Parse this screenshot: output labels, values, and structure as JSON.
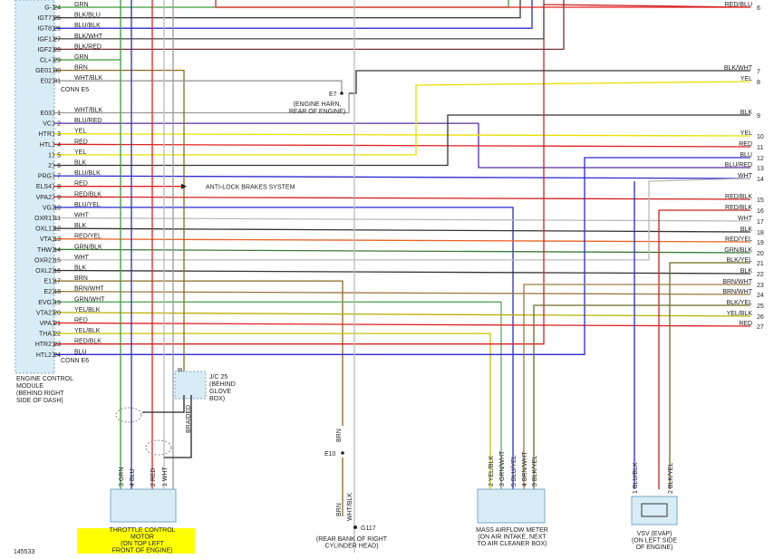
{
  "ecm_pins": [
    {
      "pin": "G-",
      "num": "24",
      "color": "GRN",
      "stroke": "#3a9b3a"
    },
    {
      "pin": "IGT7",
      "num": "25",
      "color": "BLK/BLU",
      "stroke": "#333333"
    },
    {
      "pin": "IGT8",
      "num": "26",
      "color": "BLU/BLK",
      "stroke": "#2a2ad0"
    },
    {
      "pin": "IGF1",
      "num": "27",
      "color": "BLK/WHT",
      "stroke": "#555555"
    },
    {
      "pin": "IGF2",
      "num": "28",
      "color": "BLK/RED",
      "stroke": "#7a3030"
    },
    {
      "pin": "CL+",
      "num": "29",
      "color": "GRN",
      "stroke": "#3a9b3a"
    },
    {
      "pin": "GE01",
      "num": "30",
      "color": "BRN",
      "stroke": "#8a6a20"
    },
    {
      "pin": "E02",
      "num": "31",
      "color": "WHT/BLK",
      "stroke": "#999999"
    },
    {
      "pin": "E03",
      "num": "1",
      "color": "WHT/BLK",
      "stroke": "#999999"
    },
    {
      "pin": "VC",
      "num": "2",
      "color": "BLU/RED",
      "stroke": "#5a2aa0"
    },
    {
      "pin": "HTR",
      "num": "3",
      "color": "YEL",
      "stroke": "#e8e000"
    },
    {
      "pin": "HTL",
      "num": "4",
      "color": "RED",
      "stroke": "#e02020"
    },
    {
      "pin": "1",
      "num": "5",
      "color": "YEL",
      "stroke": "#e8e000"
    },
    {
      "pin": "2",
      "num": "6",
      "color": "BLK",
      "stroke": "#333333"
    },
    {
      "pin": "PRG",
      "num": "7",
      "color": "BLU/BLK",
      "stroke": "#2a2ad0"
    },
    {
      "pin": "ELS4",
      "num": "8",
      "color": "RED",
      "stroke": "#e02020"
    },
    {
      "pin": "VPA2",
      "num": "9",
      "color": "RED/BLK",
      "stroke": "#d02020"
    },
    {
      "pin": "VG",
      "num": "10",
      "color": "BLU/YEL",
      "stroke": "#2a2ad0"
    },
    {
      "pin": "OXR1",
      "num": "11",
      "color": "WHT",
      "stroke": "#bbbbbb"
    },
    {
      "pin": "OXL1",
      "num": "12",
      "color": "BLK",
      "stroke": "#333333"
    },
    {
      "pin": "VTA",
      "num": "13",
      "color": "RED/YEL",
      "stroke": "#e86020"
    },
    {
      "pin": "THW",
      "num": "14",
      "color": "GRN/BLK",
      "stroke": "#3a7a3a"
    },
    {
      "pin": "OXR2",
      "num": "15",
      "color": "WHT",
      "stroke": "#bbbbbb"
    },
    {
      "pin": "OXL2",
      "num": "16",
      "color": "BLK",
      "stroke": "#333333"
    },
    {
      "pin": "E1",
      "num": "17",
      "color": "BRN",
      "stroke": "#8a6a20"
    },
    {
      "pin": "E2",
      "num": "18",
      "color": "BRN/WHT",
      "stroke": "#9a7a40"
    },
    {
      "pin": "EVG",
      "num": "19",
      "color": "GRN/WHT",
      "stroke": "#5aaa5a"
    },
    {
      "pin": "VTA2",
      "num": "20",
      "color": "YEL/BLK",
      "stroke": "#b8b000"
    },
    {
      "pin": "VPA",
      "num": "21",
      "color": "RED",
      "stroke": "#e02020"
    },
    {
      "pin": "THA",
      "num": "22",
      "color": "YEL/BLK",
      "stroke": "#c8c000"
    },
    {
      "pin": "HTR2",
      "num": "23",
      "color": "RED/BLK",
      "stroke": "#d02020"
    },
    {
      "pin": "HTL2",
      "num": "24",
      "color": "BLU",
      "stroke": "#2a2ad0"
    }
  ],
  "right_terminals": [
    {
      "color": "RED/BLU",
      "num": "6"
    },
    {
      "color": "BLK/WHT",
      "num": "7"
    },
    {
      "color": "YEL",
      "num": "8"
    },
    {
      "color": "BLK",
      "num": "9"
    },
    {
      "color": "YEL",
      "num": "10"
    },
    {
      "color": "RED",
      "num": "11"
    },
    {
      "color": "BLU",
      "num": "12"
    },
    {
      "color": "BLU/RED",
      "num": "13"
    },
    {
      "color": "WHT",
      "num": "14"
    },
    {
      "color": "RED/BLK",
      "num": "15"
    },
    {
      "color": "RED/BLK",
      "num": "16"
    },
    {
      "color": "WHT",
      "num": "17"
    },
    {
      "color": "BLK",
      "num": "18"
    },
    {
      "color": "RED/YEL",
      "num": "19"
    },
    {
      "color": "GRN/BLK",
      "num": "20"
    },
    {
      "color": "BLK/YEL",
      "num": "21"
    },
    {
      "color": "BLK",
      "num": "22"
    },
    {
      "color": "BRN/WHT",
      "num": "23"
    },
    {
      "color": "BRN/WHT",
      "num": "24"
    },
    {
      "color": "BLK/YEL",
      "num": "25"
    },
    {
      "color": "YEL/BLK",
      "num": "26"
    },
    {
      "color": "RED",
      "num": "27"
    }
  ],
  "connectors": {
    "e5": "CONN E5",
    "e6": "CONN E6"
  },
  "ecm_label": [
    "ENGINE CONTROL",
    "MODULE",
    "(BEHIND RIGHT",
    "SIDE OF DASH)"
  ],
  "abs_label": "ANTI-LOCK BRAKES SYSTEM",
  "e7": {
    "id": "E7",
    "lines": [
      "(ENGINE HARN,",
      "REAR OF ENGINE)"
    ]
  },
  "jc25": {
    "lines": [
      "J/C 25",
      "(BEHIND",
      "GLOVE",
      "BOX)"
    ],
    "pin": "B"
  },
  "braided": "BRAIDED",
  "throttle": {
    "pins": [
      {
        "n": "3",
        "c": "GRN"
      },
      {
        "n": "4",
        "c": "BLU"
      },
      {
        "n": "2",
        "c": "RED"
      },
      {
        "n": "1",
        "c": "WHT"
      }
    ],
    "lines": [
      "THROTTLE CONTROL",
      "MOTOR",
      "(ON TOP LEFT",
      "FRONT OF ENGINE)"
    ]
  },
  "ground": {
    "wire_top": "BRN",
    "e10": "E10",
    "wire_a": "BRN",
    "wire_b": "WHT/BLK",
    "id": "G117",
    "lines": [
      "(REAR BANK OF RIGHT",
      "CYLINDER HEAD)"
    ]
  },
  "maf": {
    "pins": [
      {
        "n": "2",
        "c": "YEL/BLK"
      },
      {
        "n": "3",
        "c": "GRN/WHT"
      },
      {
        "n": "5",
        "c": "BLU/YEL"
      },
      {
        "n": "4",
        "c": "BRN/WHT"
      },
      {
        "n": "3",
        "c": "BLK/YEL"
      }
    ],
    "lines": [
      "MASS AIRFLOW METER",
      "(ON AIR INTAKE, NEXT",
      "TO AIR CLEANER BOX)"
    ]
  },
  "vsv": {
    "pins": [
      {
        "n": "1",
        "c": "BLU/BLK"
      },
      {
        "n": "2",
        "c": "BLK/YEL"
      }
    ],
    "lines": [
      "VSV (EVAP)",
      "(ON LEFT SIDE",
      "OF ENGINE)"
    ]
  },
  "figure_id": "145533"
}
